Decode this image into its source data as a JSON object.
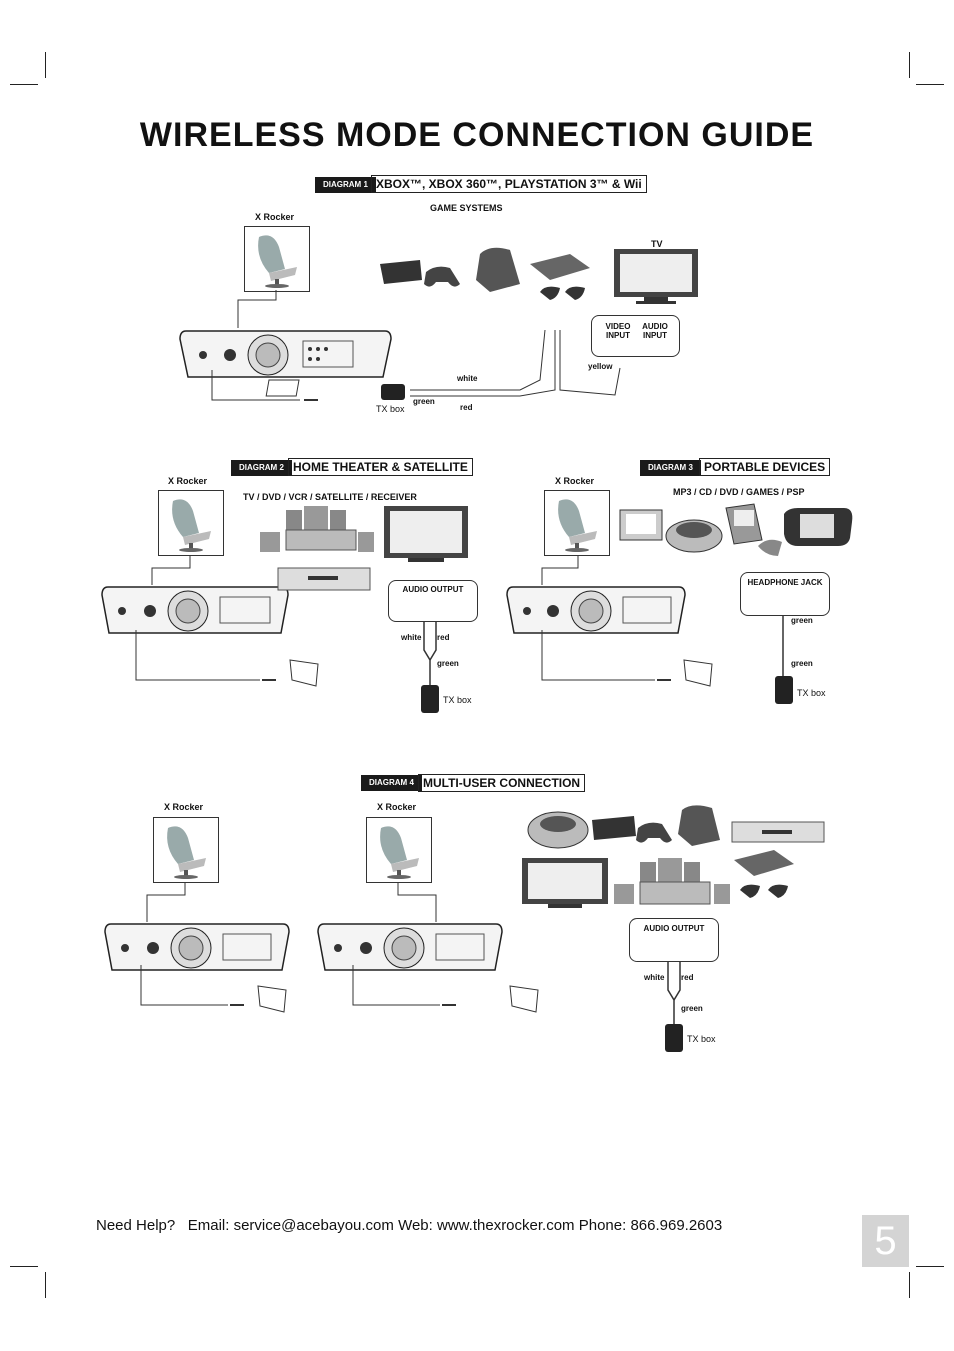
{
  "page": {
    "title": "WIRELESS MODE CONNECTION GUIDE",
    "page_number": "5"
  },
  "diagram1": {
    "tag": "DIAGRAM 1",
    "title": "XBOX™, XBOX 360™, PLAYSTATION 3™ & Wii",
    "chair_label": "X Rocker",
    "game_systems_label": "GAME SYSTEMS",
    "tv_label": "TV",
    "video_input": "VIDEO INPUT",
    "audio_input": "AUDIO INPUT",
    "yellow": "yellow",
    "white": "white",
    "red": "red",
    "green": "green",
    "tx_box": "TX box"
  },
  "diagram2": {
    "tag": "DIAGRAM 2",
    "title": "HOME THEATER & SATELLITE",
    "chair_label": "X Rocker",
    "sources_label": "TV / DVD / VCR / SATELLITE / RECEIVER",
    "audio_output": "AUDIO OUTPUT",
    "white": "white",
    "red": "red",
    "green": "green",
    "tx_box": "TX box"
  },
  "diagram3": {
    "tag": "DIAGRAM 3",
    "title": "PORTABLE DEVICES",
    "chair_label": "X Rocker",
    "sources_label": "MP3 / CD / DVD / GAMES / PSP",
    "headphone_jack": "HEADPHONE JACK",
    "green_top": "green",
    "green_bottom": "green",
    "tx_box": "TX box"
  },
  "diagram4": {
    "tag": "DIAGRAM 4",
    "title": "MULTI-USER CONNECTION",
    "chair_label_1": "X Rocker",
    "chair_label_2": "X Rocker",
    "audio_output": "AUDIO OUTPUT",
    "white": "white",
    "red": "red",
    "green": "green",
    "tx_box": "TX box"
  },
  "footer": {
    "help": "Need Help?",
    "email_label": "Email:",
    "email": "service@acebayou.com",
    "web_label": "Web:",
    "web": "www.thexrocker.com",
    "phone_label": "Phone:",
    "phone": "866.969.2603"
  }
}
